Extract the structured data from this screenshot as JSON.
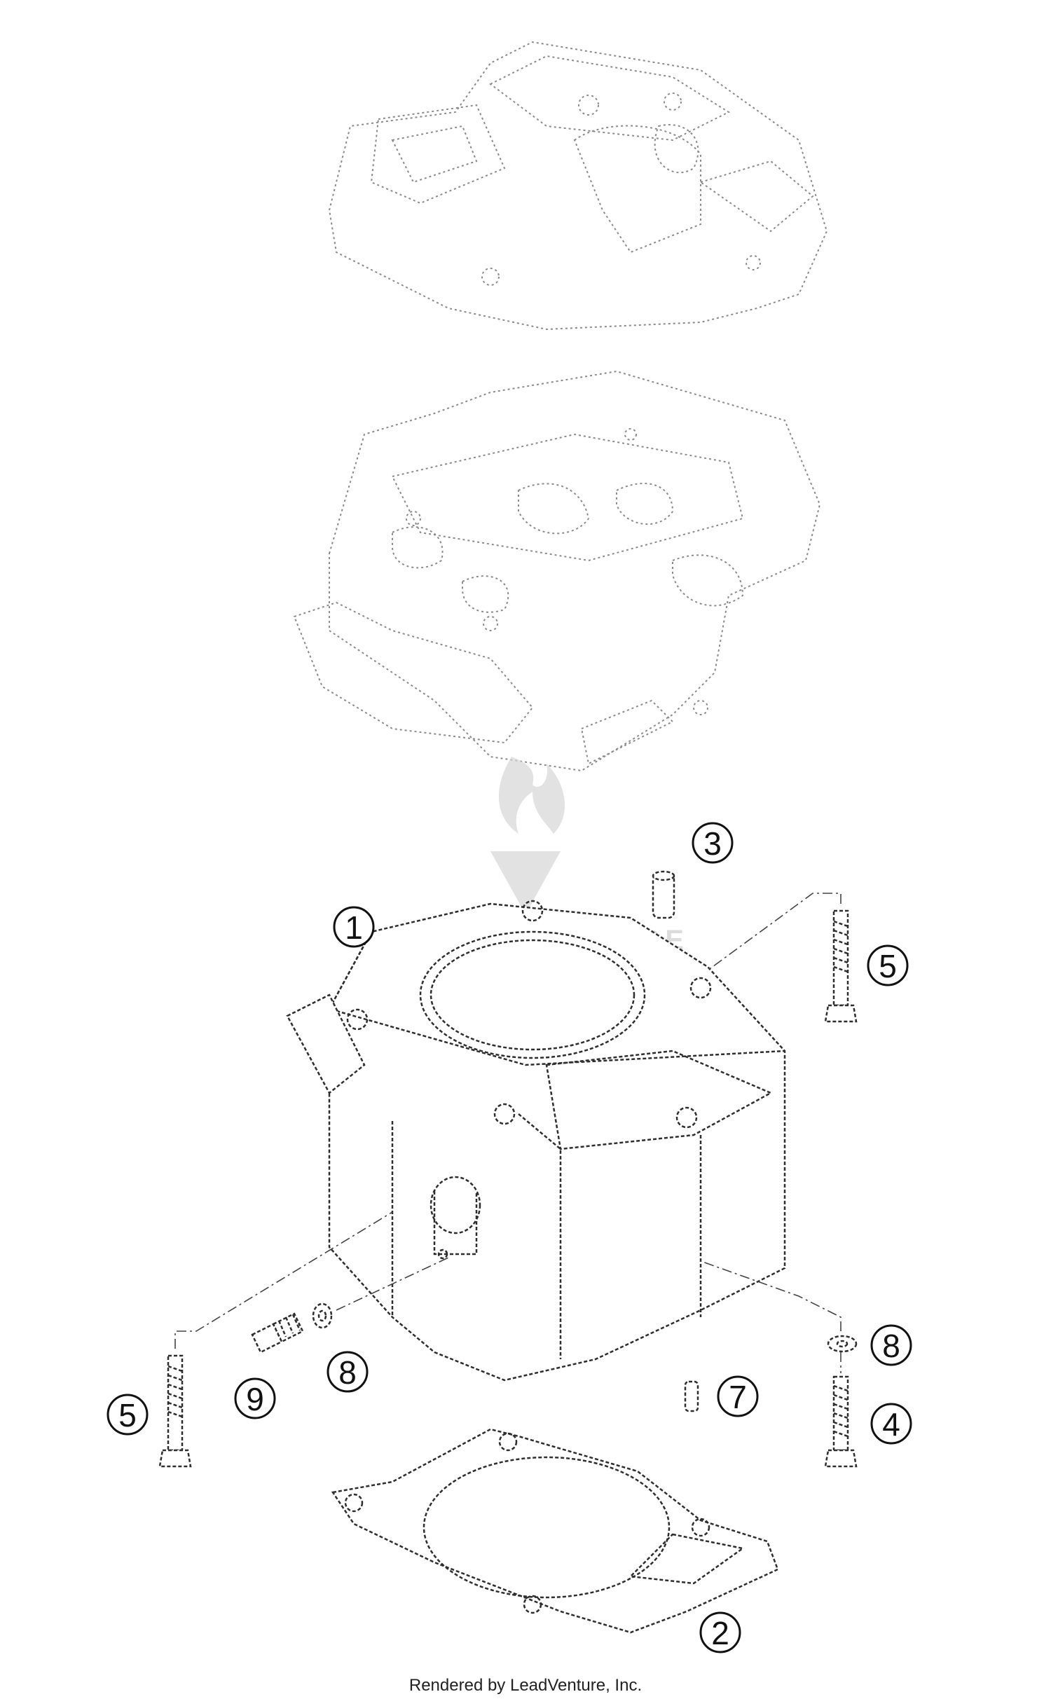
{
  "callouts": [
    {
      "id": "c1",
      "label": "1"
    },
    {
      "id": "c3",
      "label": "3"
    },
    {
      "id": "c5a",
      "label": "5"
    },
    {
      "id": "c8a",
      "label": "8"
    },
    {
      "id": "c8b",
      "label": "8"
    },
    {
      "id": "c7",
      "label": "7"
    },
    {
      "id": "c4",
      "label": "4"
    },
    {
      "id": "c5b",
      "label": "5"
    },
    {
      "id": "c9",
      "label": "9"
    },
    {
      "id": "c2",
      "label": "2"
    }
  ],
  "footer": "Rendered by LeadVenture, Inc."
}
